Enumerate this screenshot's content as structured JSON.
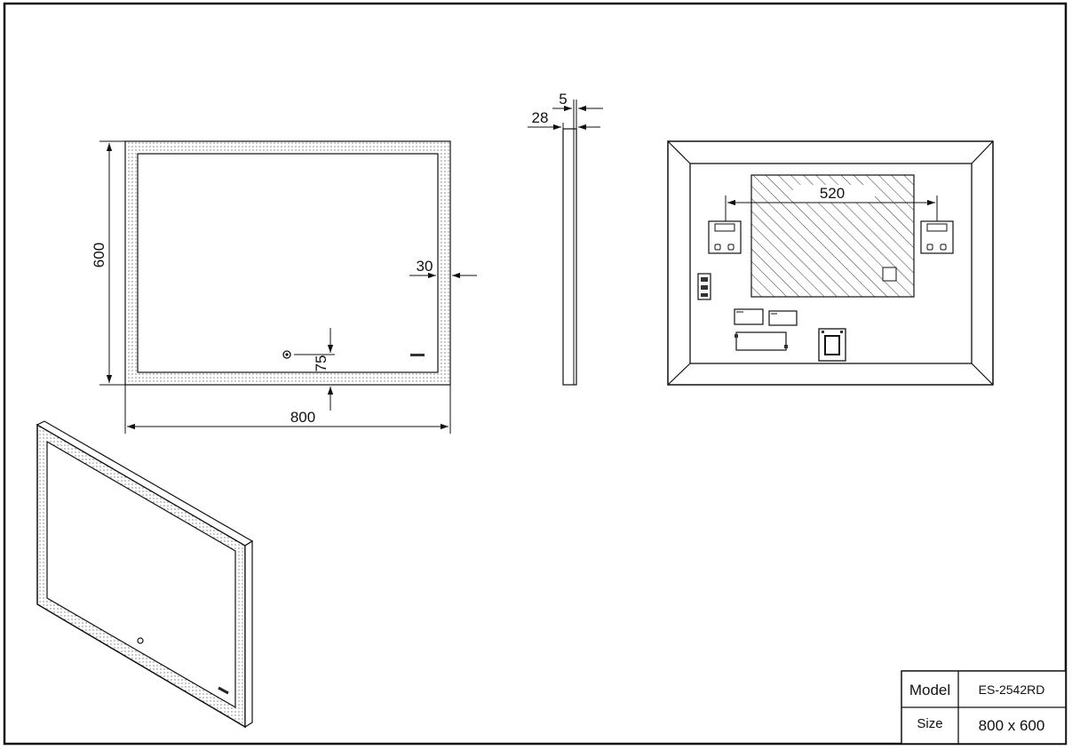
{
  "dimensions": {
    "width": "800",
    "height": "600",
    "frame_border": "30",
    "button_offset": "75",
    "depth": "28",
    "glass": "5",
    "bracket_spacing": "520"
  },
  "title_block": {
    "model_label": "Model",
    "model_value": "ES-2542RD",
    "size_label": "Size",
    "size_value": "800 x 600"
  },
  "colors": {
    "line": "#111111",
    "background": "#ffffff"
  },
  "icons": {
    "touch_button": "power-touch-icon",
    "brand_mark": "logo-mark"
  }
}
